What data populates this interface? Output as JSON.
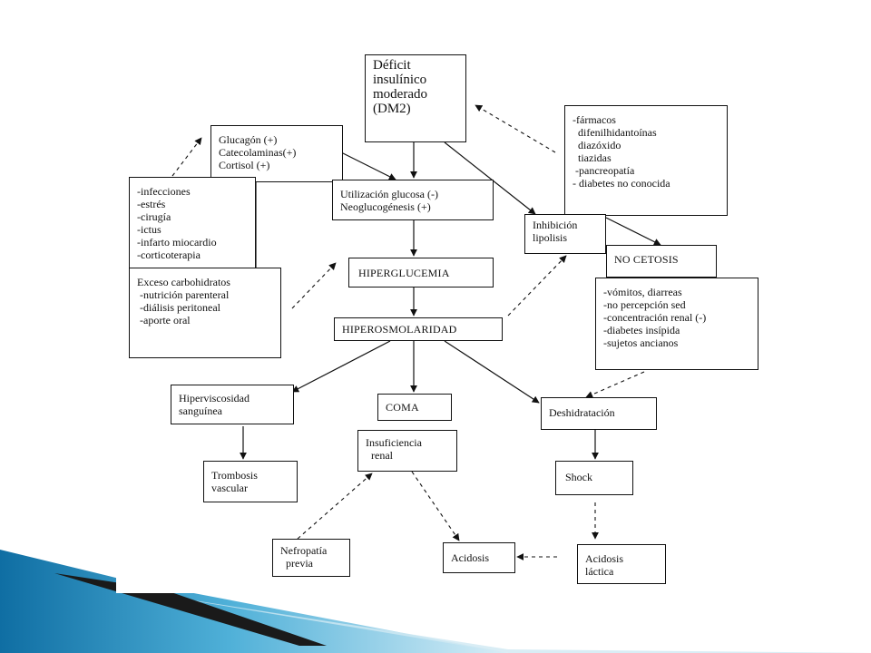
{
  "nodes": {
    "deficit": {
      "lines": [
        "Déficit",
        "insulínico",
        "moderado",
        "(DM2)"
      ]
    },
    "hormones": {
      "lines": [
        "Glucagón (+)",
        "Catecolaminas(+)",
        "Cortisol (+)"
      ]
    },
    "triggers": {
      "lines": [
        "-infecciones",
        "-estrés",
        "-cirugía",
        "-ictus",
        "-infarto miocardio",
        "-corticoterapia"
      ]
    },
    "carbs": {
      "lines": [
        "Exceso carbohidratos",
        " -nutrición parenteral",
        " -diálisis peritoneal",
        " -aporte oral"
      ]
    },
    "utilization": {
      "lines": [
        "Utilización glucosa (-)",
        "Neoglucogénesis (+)"
      ]
    },
    "drugs": {
      "lines": [
        "-fármacos",
        "  difenilhidantoínas",
        "  diazóxido",
        "  tiazidas",
        " -pancreopatía",
        "- diabetes no conocida"
      ]
    },
    "lipolysis": {
      "lines": [
        "Inhibición",
        "lipolisis"
      ]
    },
    "no_ketosis": {
      "lines": [
        "NO CETOSIS"
      ]
    },
    "hyperglycemia": {
      "lines": [
        "HIPERGLUCEMIA"
      ]
    },
    "hyperosmolarity": {
      "lines": [
        "HIPEROSMOLARIDAD"
      ]
    },
    "dehydration_causes": {
      "lines": [
        "-vómitos, diarreas",
        "-no percepción sed",
        "-concentración renal (-)",
        "-diabetes insípida",
        "-sujetos ancianos"
      ]
    },
    "hyperviscosity": {
      "lines": [
        "Hiperviscosidad",
        "sanguínea"
      ]
    },
    "coma": {
      "lines": [
        "COMA"
      ]
    },
    "dehydration": {
      "lines": [
        "Deshidratación"
      ]
    },
    "renal_failure": {
      "lines": [
        "Insuficiencia",
        "  renal"
      ]
    },
    "thrombosis": {
      "lines": [
        "Trombosis",
        "vascular"
      ]
    },
    "shock": {
      "lines": [
        "Shock"
      ]
    },
    "nephropathy": {
      "lines": [
        "Nefropatía",
        "  previa"
      ]
    },
    "acidosis": {
      "lines": [
        "Acidosis"
      ]
    },
    "lactic_acidosis": {
      "lines": [
        "Acidosis",
        "láctica"
      ]
    }
  },
  "colors": {
    "line": "#111111",
    "deco_dark": "#1a1a1a",
    "deco_blue": "#1a7fb5",
    "deco_light": "#bfe3f2"
  }
}
